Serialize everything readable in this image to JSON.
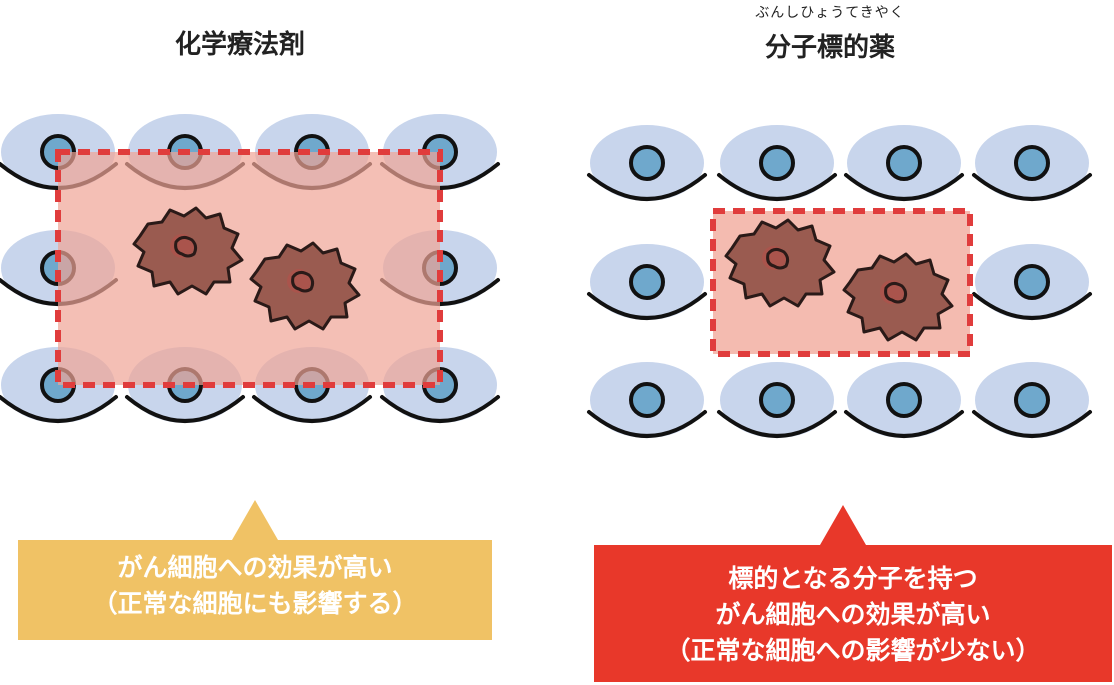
{
  "left_panel": {
    "title": "化学療法剤",
    "callout": {
      "line1": "がん細胞への効果が高い",
      "line2": "（正常な細胞にも影響する）",
      "color": "#f0c265"
    }
  },
  "right_panel": {
    "title": "分子標的薬",
    "title_ruby": "ぶんしひょうてきやく",
    "callout": {
      "line1": "標的となる分子を持つ",
      "line2": "がん細胞への効果が高い",
      "line3": "（正常な細胞への影響が少ない）",
      "color": "#e8382a"
    }
  },
  "colors": {
    "normal_cell_fill": "#c8d5ec",
    "nucleus_fill": "#6fa8cc",
    "effect_area_fill": "#f0a496",
    "effect_area_border": "#e03c3c",
    "cancer_cell_fill": "#9a5b50"
  }
}
